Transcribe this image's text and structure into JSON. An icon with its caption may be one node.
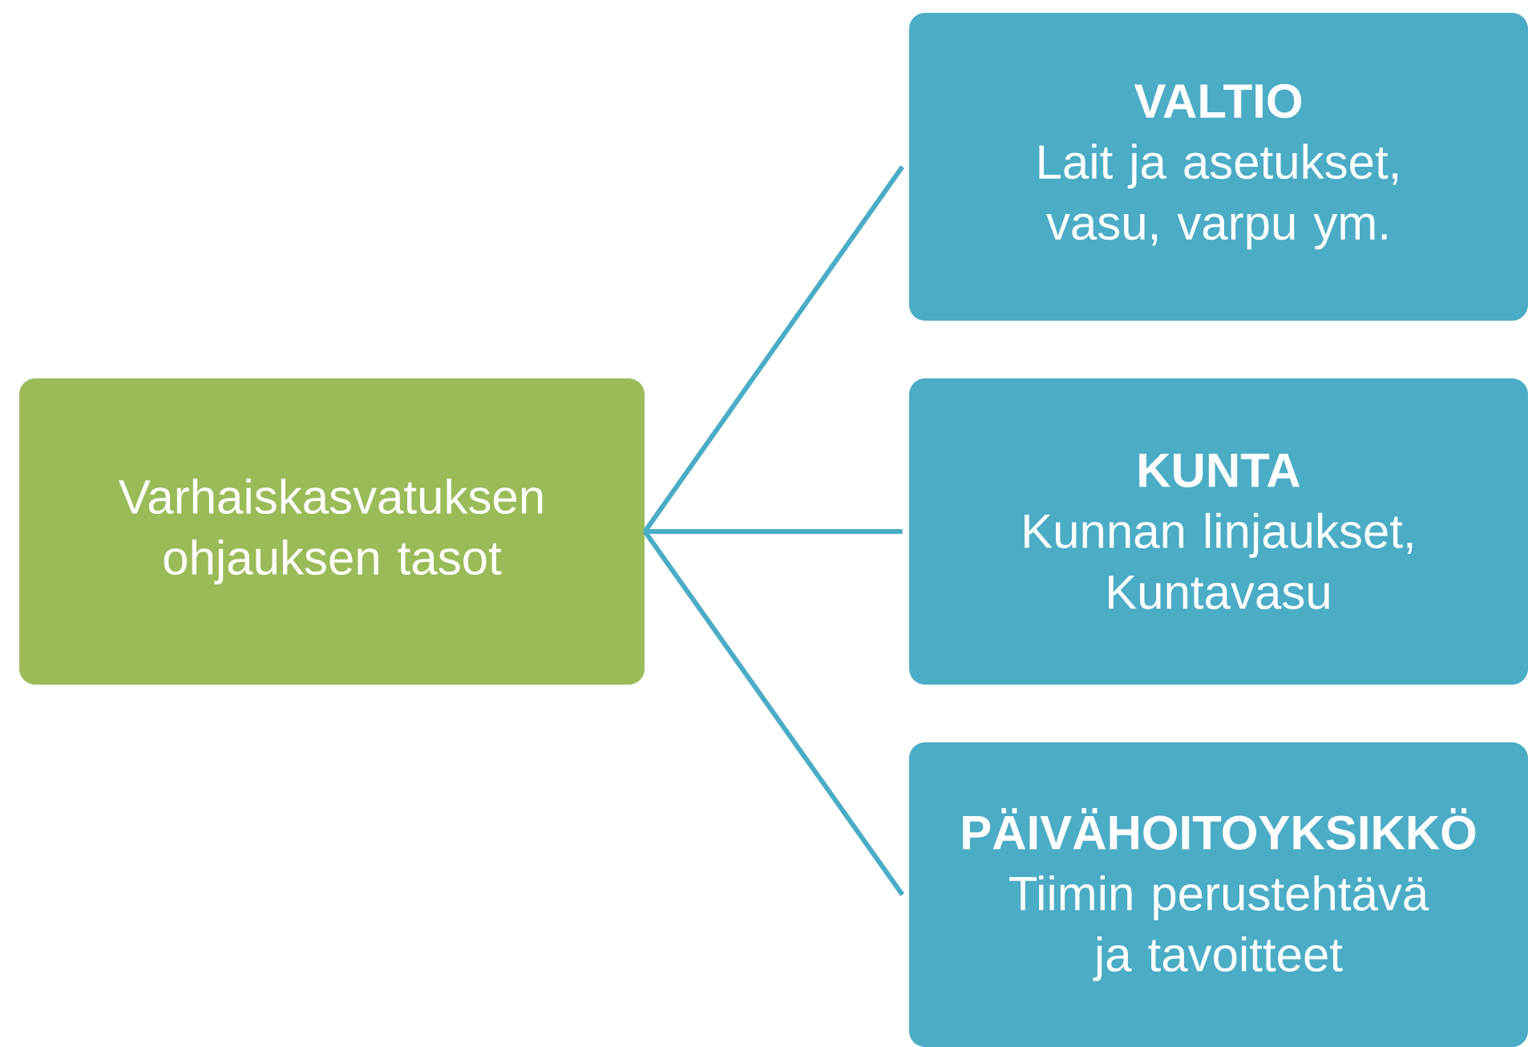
{
  "diagram": {
    "nodes": [
      {
        "text": [
          "Varhaiskasvatuksen ohjauksen tasot"
        ]
      },
      {
        "text": [
          "VALTIO",
          "Lait ja asetukset, vasu, varpu ym."
        ]
      },
      {
        "text": [
          "KUNTA",
          "Kunnan linjaukset, Kuntavasu"
        ]
      },
      {
        "text": [
          "PÄIVÄHOITOYKSIKKÖ",
          "Tiimin perustehtävä ja tavoitteet"
        ]
      }
    ],
    "edges": [
      {
        "from": 0,
        "to": 1,
        "arrow": "none"
      },
      {
        "from": 0,
        "to": 2,
        "arrow": "none"
      },
      {
        "from": 0,
        "to": 3,
        "arrow": "none"
      }
    ]
  }
}
